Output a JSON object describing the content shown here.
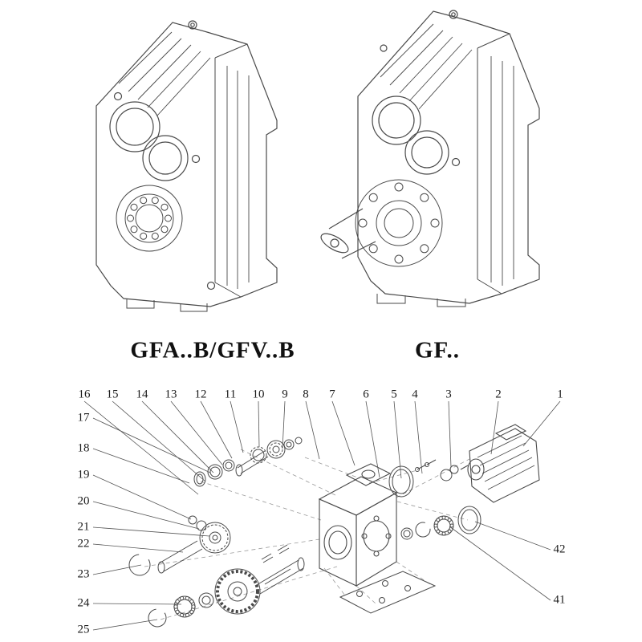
{
  "captions": {
    "left": "GFA..B/GFV..B",
    "right": "GF.."
  },
  "callouts": {
    "top": [
      "16",
      "15",
      "14",
      "13",
      "12",
      "11",
      "10",
      "9",
      "8",
      "7",
      "6",
      "5",
      "4",
      "3",
      "2",
      "1"
    ],
    "left": [
      "17",
      "18",
      "19",
      "20",
      "21",
      "22",
      "23",
      "24",
      "25"
    ],
    "right": [
      "42",
      "41"
    ]
  },
  "colors": {
    "drawing_line": "#4a4a4a",
    "leader_line": "#555555",
    "projection_dash": "#9a9a9a",
    "text": "#1a1a1a",
    "background": "#ffffff"
  }
}
